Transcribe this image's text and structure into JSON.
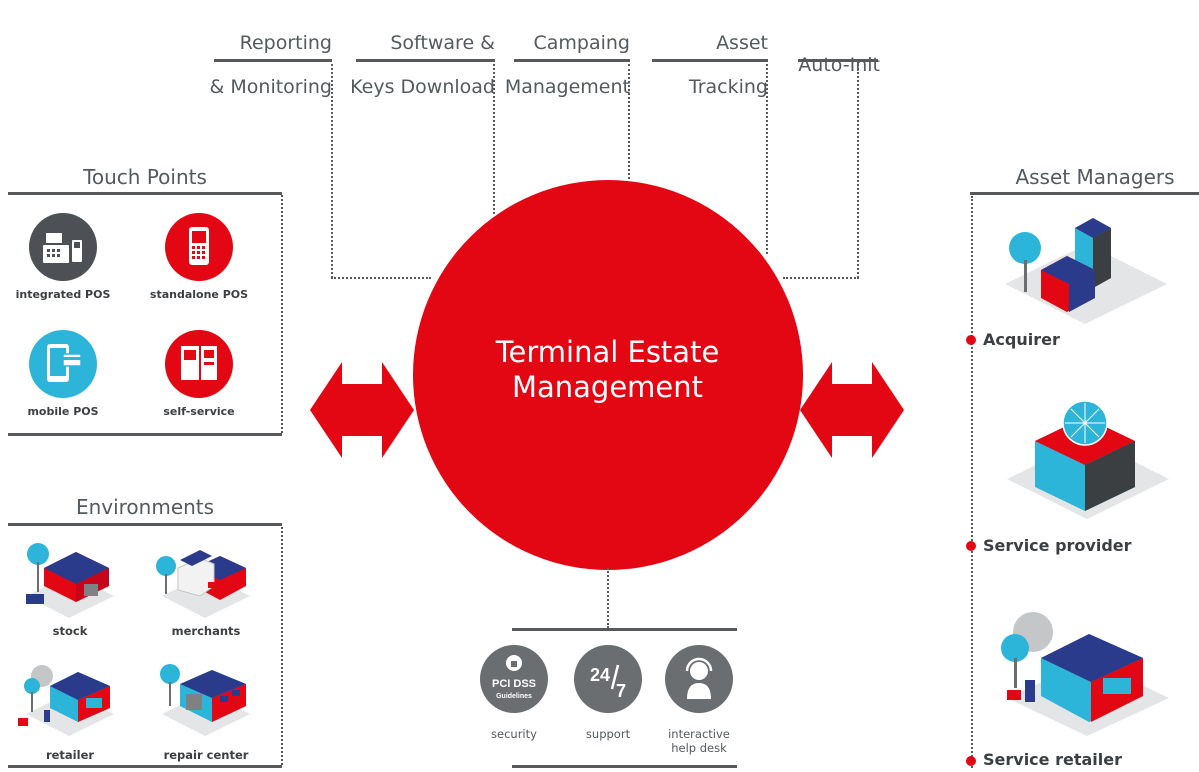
{
  "top_labels": [
    {
      "line1": "Reporting",
      "line2": "& Monitoring"
    },
    {
      "line1": "Software &",
      "line2": "Keys Download"
    },
    {
      "line1": "Campaing",
      "line2": "Management"
    },
    {
      "line1": "Asset",
      "line2": "Tracking"
    },
    {
      "line1": "",
      "line2": "Auto-Init"
    }
  ],
  "center": {
    "line1": "Terminal Estate",
    "line2": "Management"
  },
  "touch_points": {
    "title": "Touch Points",
    "items": [
      {
        "label": "integrated POS",
        "icon": "cash-register-icon",
        "color": "#4d5054"
      },
      {
        "label": "standalone POS",
        "icon": "handheld-terminal-icon",
        "color": "#e30613"
      },
      {
        "label": "mobile POS",
        "icon": "tablet-card-icon",
        "color": "#2cb5d9"
      },
      {
        "label": "self-service",
        "icon": "kiosk-icon",
        "color": "#e30613"
      }
    ]
  },
  "environments": {
    "title": "Environments",
    "items": [
      {
        "label": "stock",
        "icon": "warehouse-icon"
      },
      {
        "label": "merchants",
        "icon": "shop-icon"
      },
      {
        "label": "retailer",
        "icon": "retail-market-icon"
      },
      {
        "label": "repair center",
        "icon": "repair-building-icon"
      }
    ]
  },
  "asset_managers": {
    "title": "Asset Managers",
    "items": [
      {
        "label": "Acquirer",
        "icon": "city-buildings-icon"
      },
      {
        "label": "Service provider",
        "icon": "globe-building-icon"
      },
      {
        "label": "Service retailer",
        "icon": "retail-market-icon"
      }
    ]
  },
  "services": [
    {
      "label_line1": "security",
      "label_line2": "",
      "icon": "lock-icon",
      "badge_line1": "PCI DSS",
      "badge_line2": "Guidelines"
    },
    {
      "label_line1": "support",
      "label_line2": "",
      "icon": "clock-24-7-icon",
      "badge_line1": "24",
      "badge_line2": "7"
    },
    {
      "label_line1": "interactive",
      "label_line2": "help desk",
      "icon": "headset-person-icon",
      "badge_line1": "",
      "badge_line2": ""
    }
  ],
  "colors": {
    "accent": "#e30613",
    "dark": "#58595b",
    "blue": "#2cb5d9"
  }
}
